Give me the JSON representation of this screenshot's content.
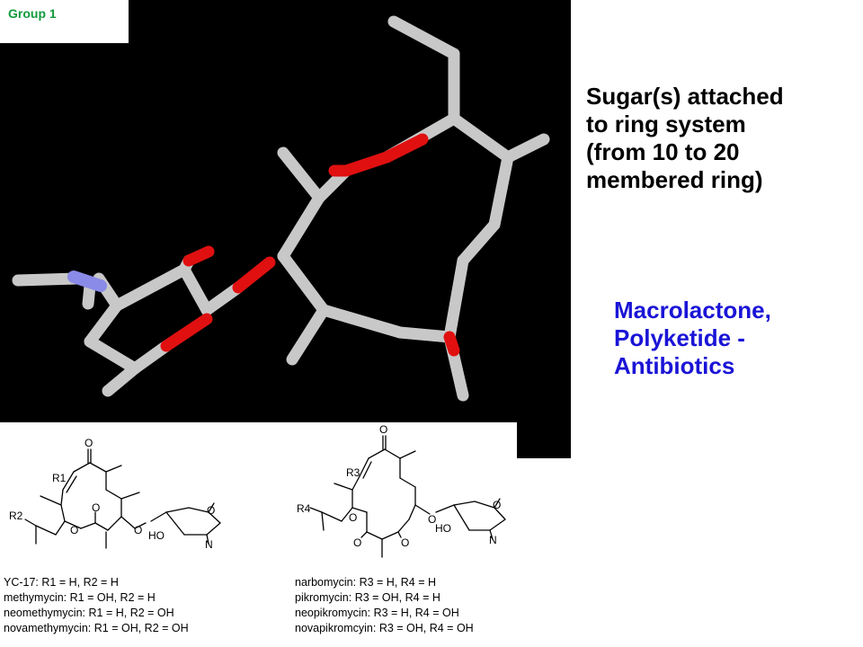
{
  "group_label": "Group 1",
  "description": {
    "lines": [
      "Sugar(s) attached",
      "to ring system",
      "(from 10 to 20",
      "membered ring)"
    ]
  },
  "classification": {
    "lines": [
      "Macrolactone,",
      "Polyketide -",
      "Antibiotics"
    ]
  },
  "structure_a": {
    "atoms": {
      "o_top": "O",
      "o_ring": "O",
      "o_carbonyl": "O",
      "o_ether": "O",
      "o_sugar": "O",
      "r1": "R1",
      "r2": "R2",
      "ho": "HO",
      "n": "N"
    },
    "legend": [
      {
        "name": "YC-17:",
        "detail": "R1 = H, R2 = H"
      },
      {
        "name": "methymycin:",
        "detail": "R1 = OH, R2 = H"
      },
      {
        "name": "neomethymycin:",
        "detail": "R1 = H, R2 = OH"
      },
      {
        "name": "novamethymycin:",
        "detail": "R1 = OH, R2 = OH"
      }
    ]
  },
  "structure_b": {
    "atoms": {
      "o_top": "O",
      "o_ring": "O",
      "o_carb1": "O",
      "o_carb2": "O",
      "o_ether": "O",
      "o_sugar": "O",
      "r3": "R3",
      "r4": "R4",
      "ho": "HO",
      "n": "N"
    },
    "legend": [
      {
        "name": "narbomycin:",
        "detail": "R3 = H, R4 = H"
      },
      {
        "name": "pikromycin:",
        "detail": "R3 = OH, R4 = H"
      },
      {
        "name": "neopikromycin:",
        "detail": "R3 = H, R4 = OH"
      },
      {
        "name": "novapikromcyin:",
        "detail": "R3 = OH, R4 = OH"
      }
    ]
  },
  "colors": {
    "panel_bg": "#000000",
    "stick": "#c8c8c8",
    "oxygen": "#e01010",
    "nitrogen": "#8a8ae8",
    "group_label": "#109a3c",
    "classification": "#1a14d6"
  }
}
